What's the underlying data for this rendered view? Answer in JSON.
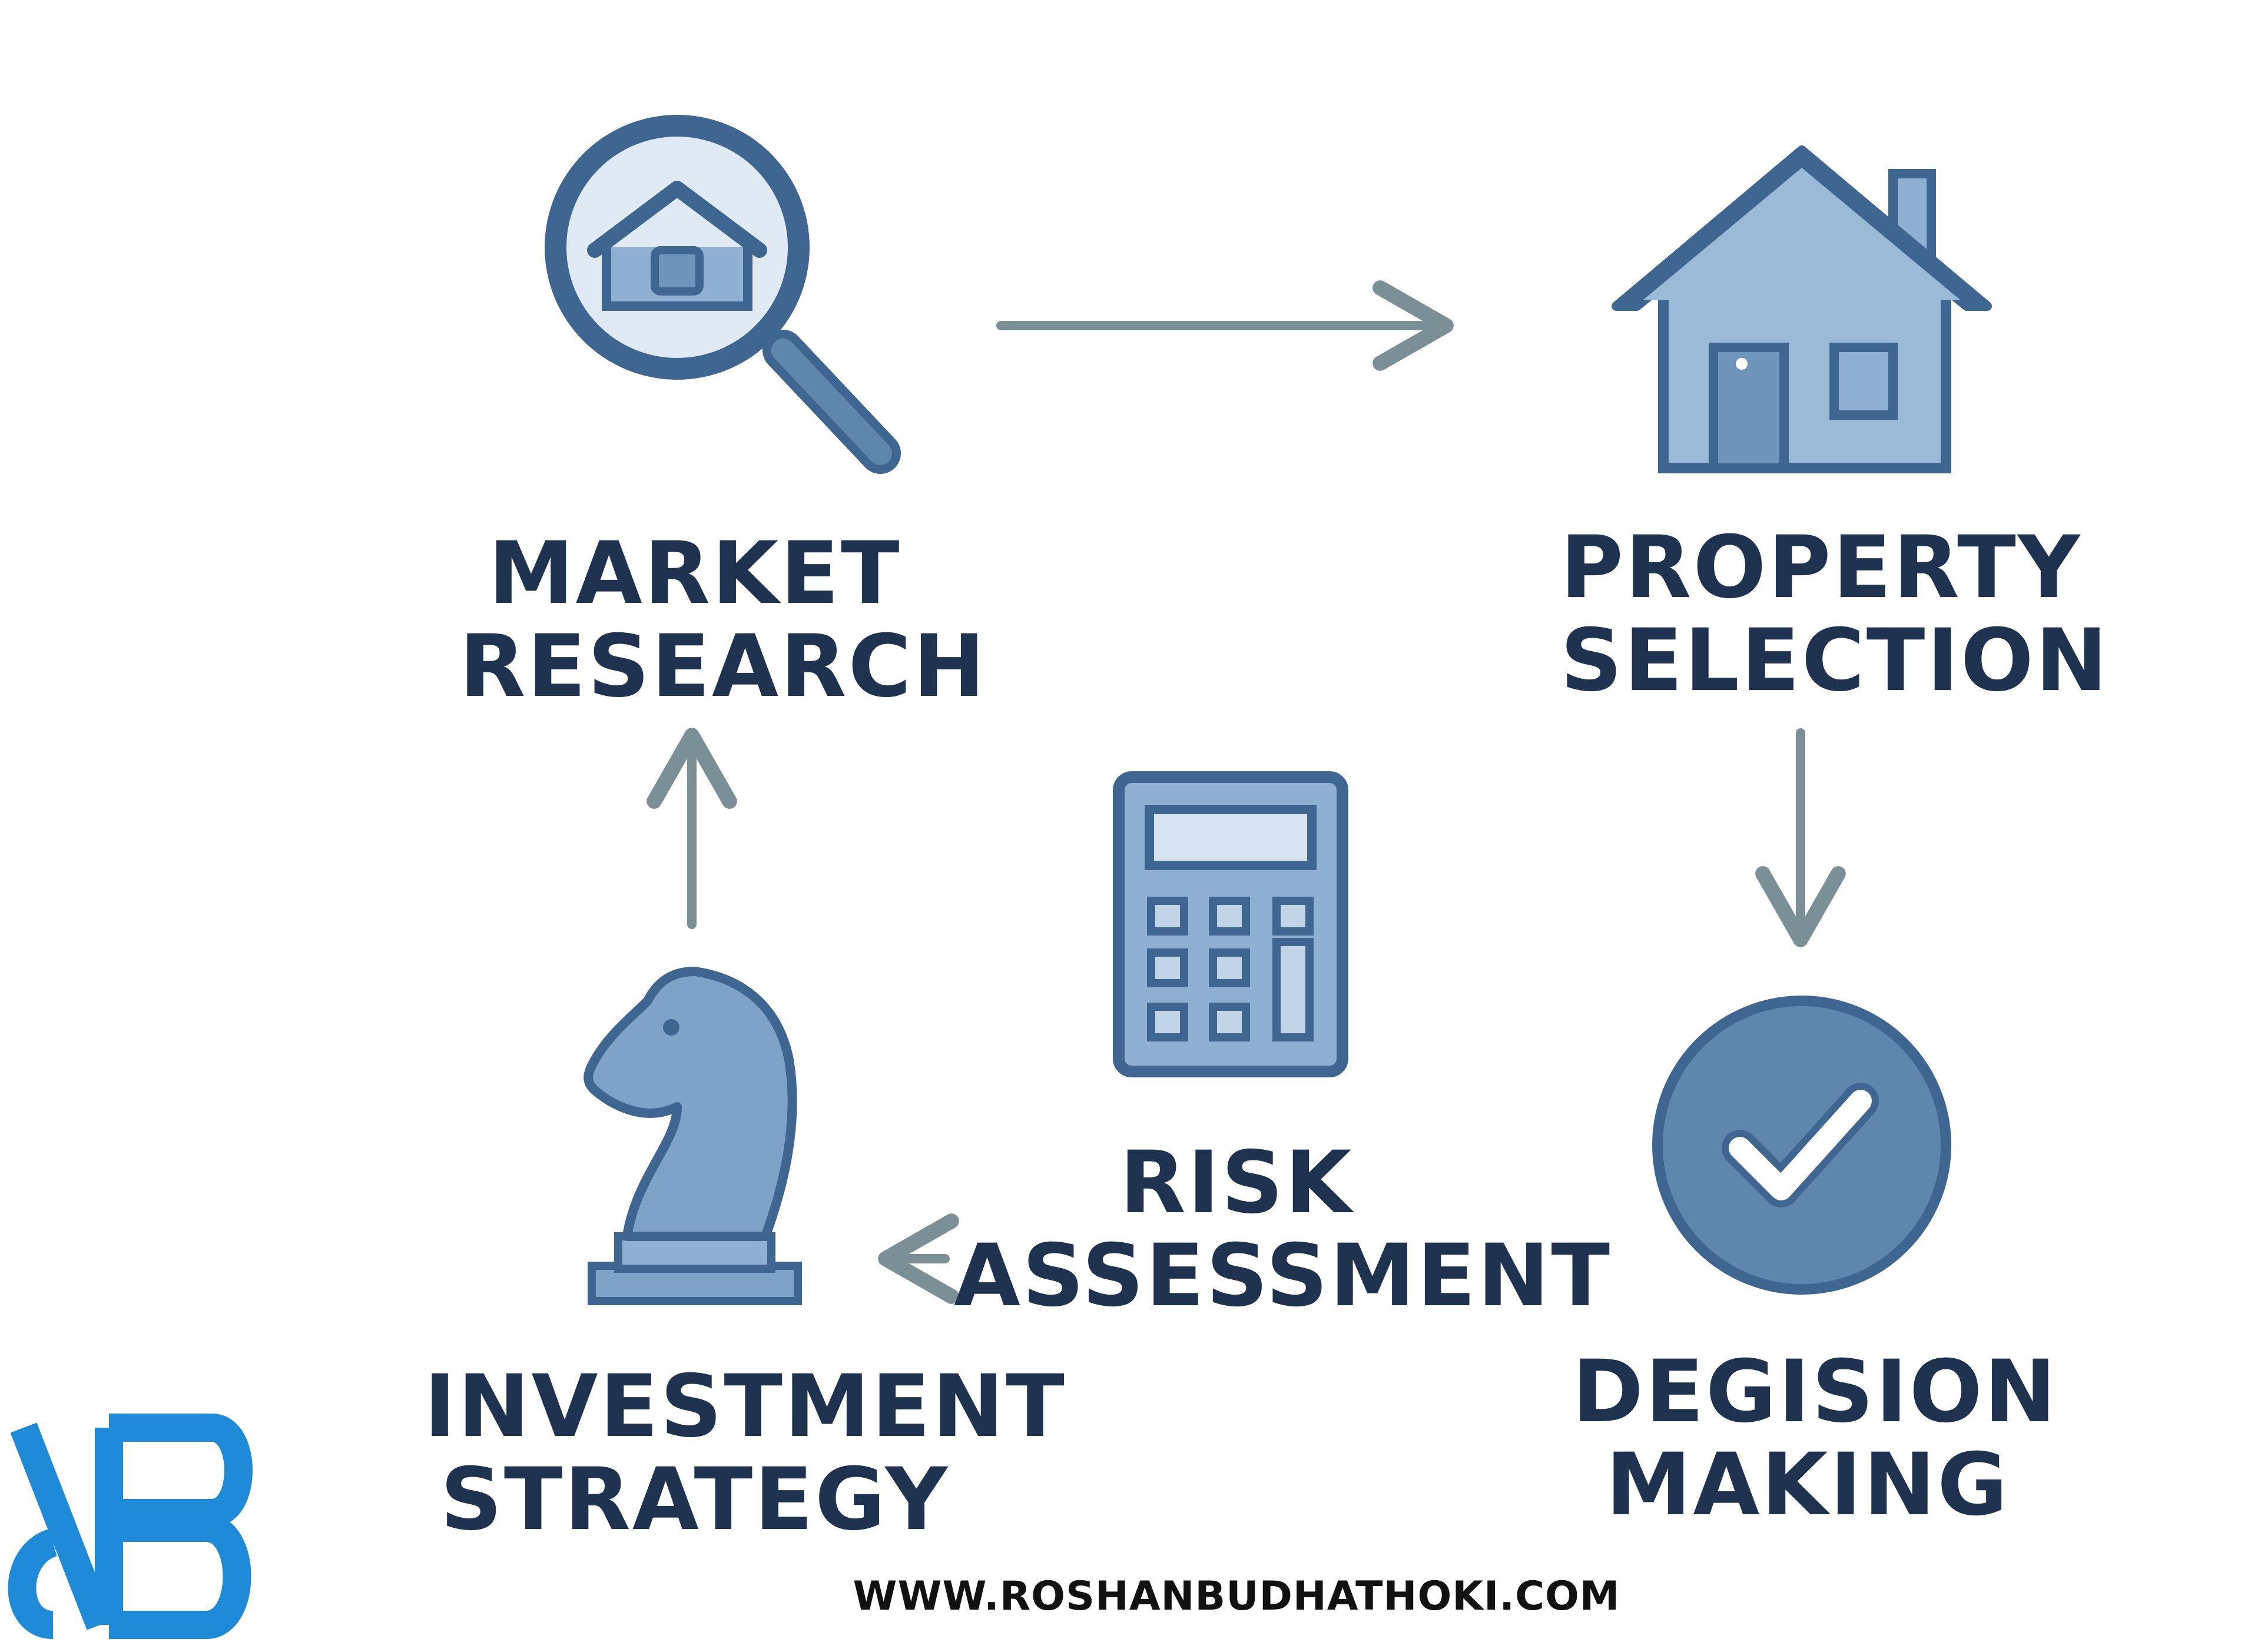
{
  "diagram": {
    "nodes": [
      {
        "id": "market-research",
        "lines": [
          "MARKET",
          "RESEARCH"
        ],
        "icon": "magnifier-house-icon"
      },
      {
        "id": "property-selection",
        "lines": [
          "PROPERTY",
          "SELECTION"
        ],
        "icon": "house-icon"
      },
      {
        "id": "decision-making",
        "lines": [
          "DEGISION",
          "MAKING"
        ],
        "icon": "checkmark-circle-icon"
      },
      {
        "id": "risk-assessment",
        "lines": [
          "RISK",
          "ASSESSMENT"
        ],
        "icon": "calculator-icon"
      },
      {
        "id": "investment-strategy",
        "lines": [
          "INVESTMENT",
          "STRATEGY"
        ],
        "icon": "chess-knight-icon"
      }
    ],
    "edges": [
      {
        "from": "market-research",
        "to": "property-selection"
      },
      {
        "from": "property-selection",
        "to": "decision-making"
      },
      {
        "from": "risk-assessment",
        "to": "investment-strategy"
      },
      {
        "from": "investment-strategy",
        "to": "market-research"
      }
    ]
  },
  "footer": {
    "url": "WWW.ROSHANBUDHATHOKI.COM",
    "logo": "RB monogram logo"
  },
  "colors": {
    "text": "#1f3350",
    "icon_fill": "#7fa3c8",
    "icon_stroke": "#3f6690",
    "arrow": "#7b8f97",
    "logo": "#1e8ad8"
  }
}
